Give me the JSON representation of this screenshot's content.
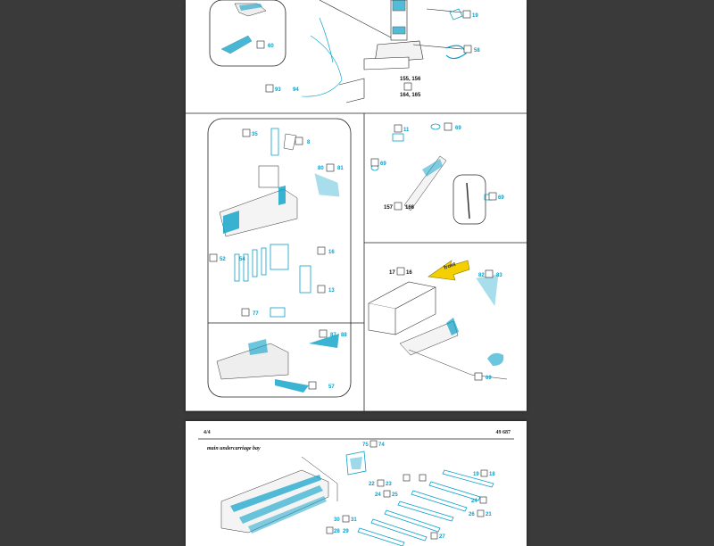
{
  "page1": {
    "part_numbers": {
      "top_right_check": "19",
      "top_right_mirror": "58",
      "top_left_mirror": "60",
      "bottom_left_a": "93",
      "bottom_left_b": "94",
      "strut_label_a": "155, 156",
      "strut_label_b": "164, 165",
      "left_panel_top": "35",
      "left_panel_top_right": "8",
      "left_panel_right_a": "80",
      "left_panel_right_b": "81",
      "left_panel_mid_a": "52",
      "left_panel_mid_b": "54",
      "left_panel_mid_right": "16",
      "left_panel_mid_check": "13",
      "left_panel_low": "77",
      "left_panel_bottom_a": "87",
      "left_panel_bottom_b": "88",
      "left_panel_bottom_c": "57",
      "right_top_a": "11",
      "right_top_b": "69",
      "right_top_left": "69",
      "right_top_label_a": "157",
      "right_top_label_b": "166",
      "right_top_side": "69",
      "front_label_a": "17",
      "front_label_b": "16",
      "front_right_a": "82",
      "front_right_b": "83",
      "front_bottom": "69"
    },
    "front_arrow": "front"
  },
  "page2": {
    "page_number": "4/4",
    "kit_number": "49 687",
    "section_title": "main undercarriage bay",
    "part_numbers": {
      "top_a": "75",
      "top_b": "74",
      "right_a": "19",
      "right_b": "18",
      "mid_a": "22",
      "mid_b": "23",
      "mid_c": "24",
      "mid_d": "25",
      "mid_e": "24",
      "mid_f": "26",
      "mid_g": "21",
      "low_a": "30",
      "low_b": "31",
      "low_c": "28",
      "low_d": "29",
      "low_e": "27"
    }
  },
  "colors": {
    "accent": "#0aa0c8",
    "ink": "#111111",
    "page_bg": "#ffffff",
    "viewer_bg": "#3a3a3a",
    "arrow": "#f5d000"
  }
}
